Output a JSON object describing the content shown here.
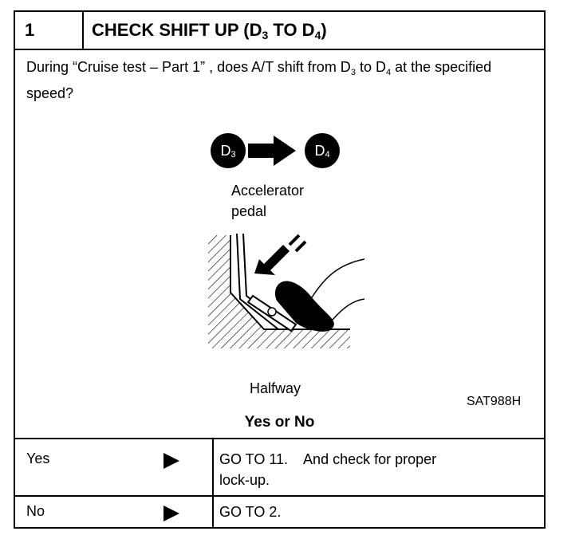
{
  "header": {
    "step_number": "1",
    "title_main": "CHECK SHIFT UP (D",
    "title_sub1": "3",
    "title_mid": " TO D",
    "title_sub2": "4",
    "title_end": ")"
  },
  "question": {
    "part1": "During “Cruise test – Part 1” , does A/T shift from D",
    "sub1": "3",
    "part2": " to D",
    "sub2": "4",
    "part3": " at the specified speed?"
  },
  "figure": {
    "badge_from": "D",
    "badge_from_sub": "3",
    "badge_to": "D",
    "badge_to_sub": "4",
    "label_accelerator": "Accelerator",
    "label_pedal": "pedal",
    "label_halfway": "Halfway",
    "figure_code": "SAT988H"
  },
  "prompt": "Yes or No",
  "answers": [
    {
      "answer": "Yes",
      "action": "GO TO 11.    And check for proper\nlock-up."
    },
    {
      "answer": "No",
      "action": "GO TO 2."
    }
  ]
}
